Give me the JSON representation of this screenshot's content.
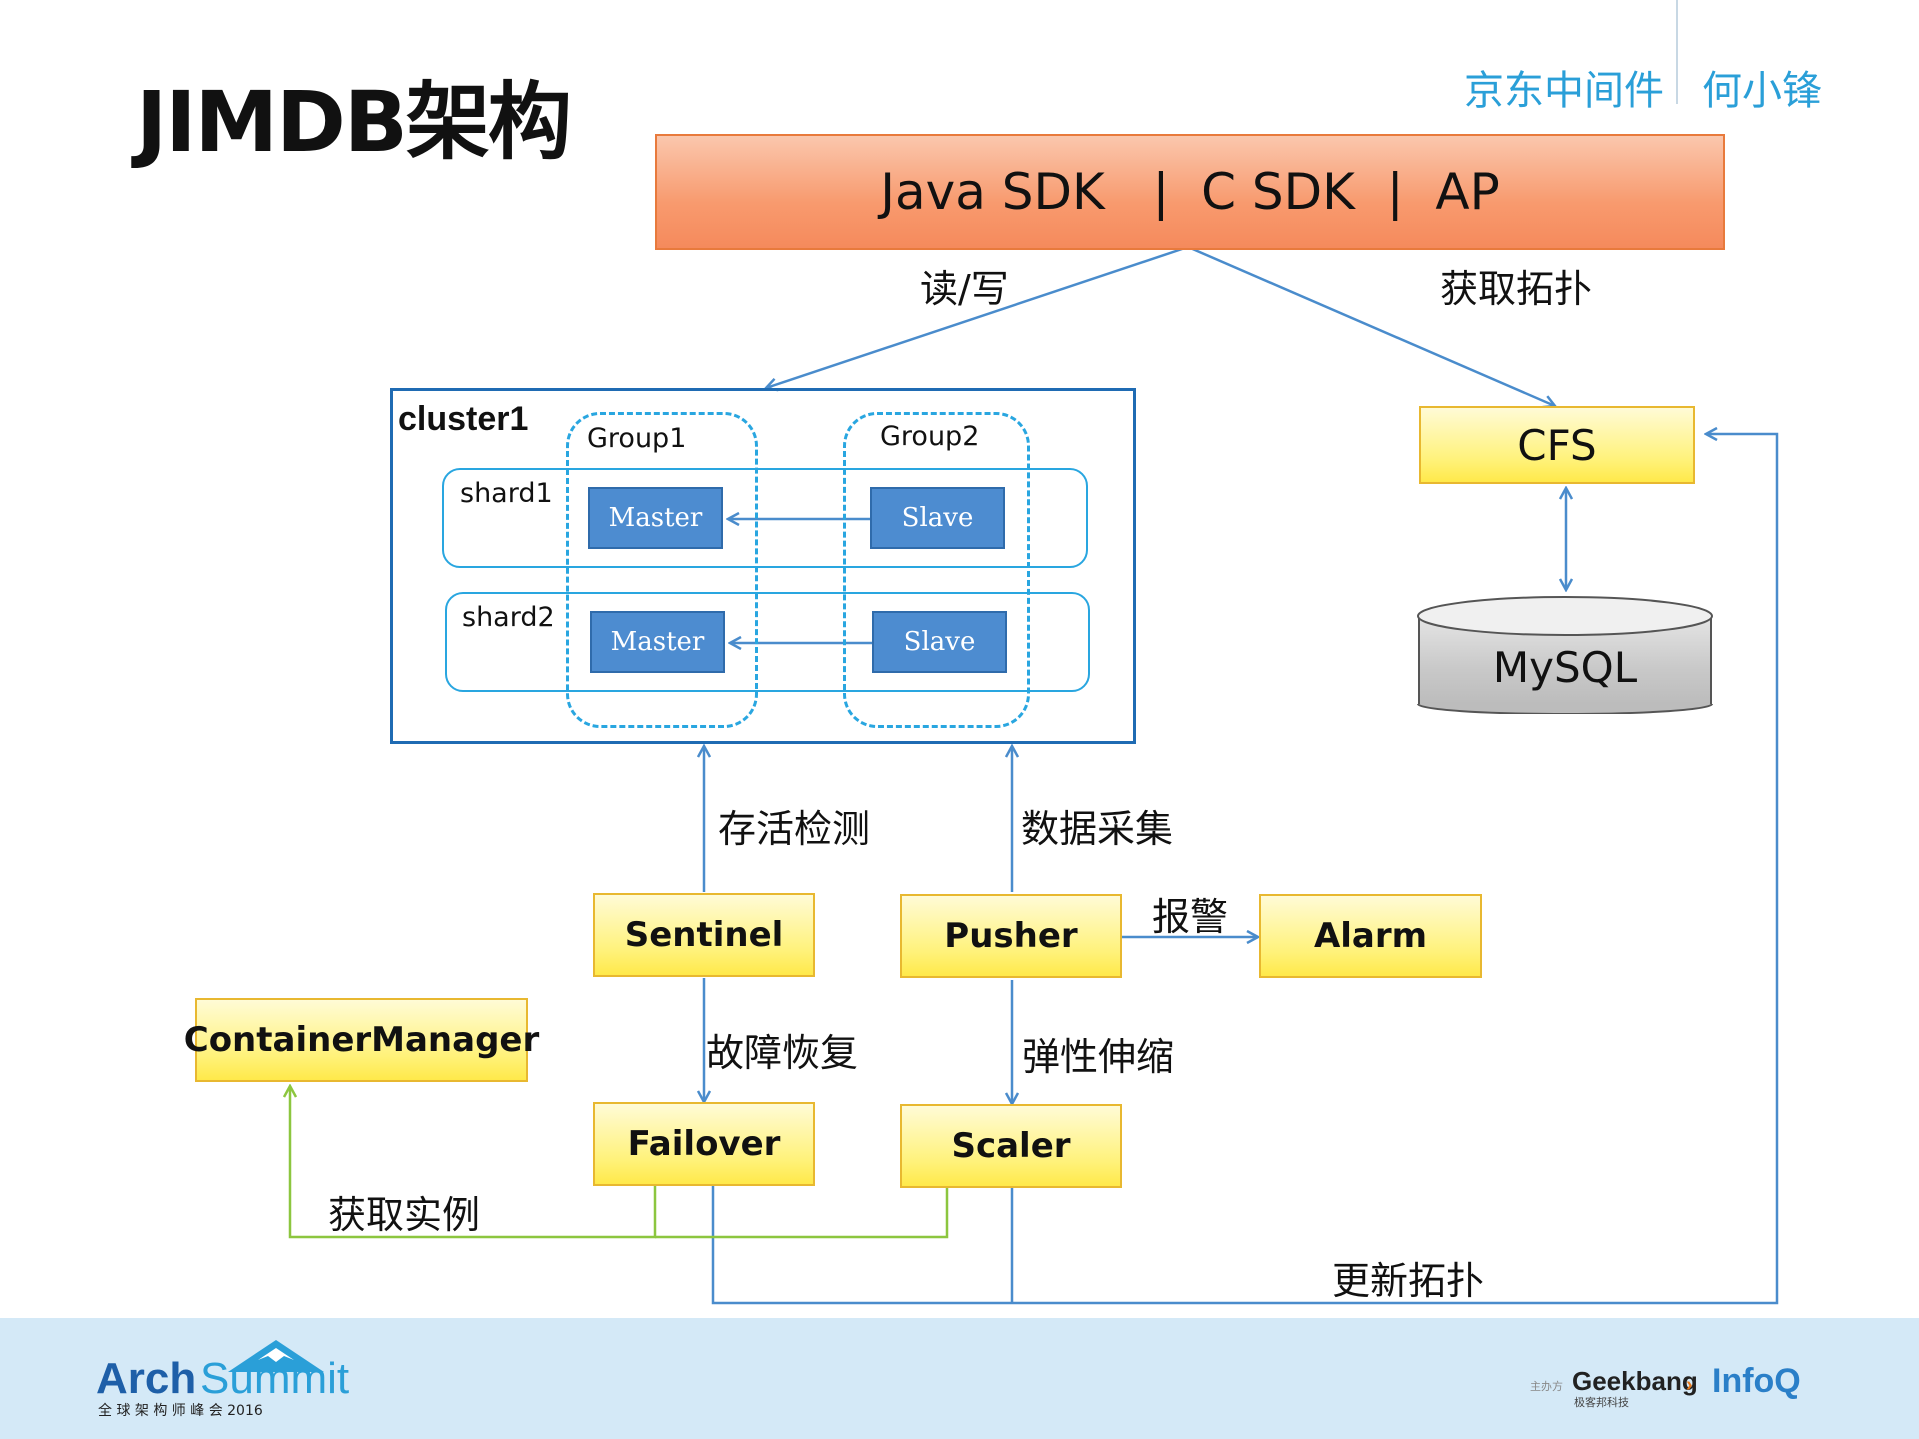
{
  "slide": {
    "title": "JIMDB架构",
    "header_left": "京东中间件",
    "header_right": "何小锋"
  },
  "diagram": {
    "sdk_bar": "Java SDK   |  C SDK  |  AP",
    "edge_read_write": "读/写",
    "edge_get_topology": "获取拓扑",
    "cluster_label": "cluster1",
    "group1_label": "Group1",
    "group2_label": "Group2",
    "shard1_label": "shard1",
    "shard2_label": "shard2",
    "master_label": "Master",
    "slave_label": "Slave",
    "cfs_label": "CFS",
    "mysql_label": "MySQL",
    "sentinel_label": "Sentinel",
    "pusher_label": "Pusher",
    "alarm_label": "Alarm",
    "failover_label": "Failover",
    "scaler_label": "Scaler",
    "container_manager_label": "ContainerManager",
    "edge_liveness": "存活检测",
    "edge_data_collect": "数据采集",
    "edge_alert": "报警",
    "edge_fault_recovery": "故障恢复",
    "edge_elastic_scaling": "弹性伸缩",
    "edge_get_instance": "获取实例",
    "edge_update_topology": "更新拓扑"
  },
  "footer": {
    "arch_logo_a": "Arch",
    "arch_logo_b": "Summit",
    "arch_logo_sub": "全 球 架 构 师 峰 会 2016",
    "sponsor_tag": "主办方",
    "geekbang": "Geekbang",
    "geekbang_sub": "极客邦科技",
    "infoq": "InfoQ"
  },
  "colors": {
    "accent_blue": "#2a9fd8",
    "arrow_blue": "#4a8ccc",
    "arrow_green": "#8cc63f",
    "node_blue": "#4d8cd0",
    "yellow_box": "#fff27a",
    "sdk_orange": "#f89a6e",
    "footer_bg": "#d4e9f7"
  }
}
